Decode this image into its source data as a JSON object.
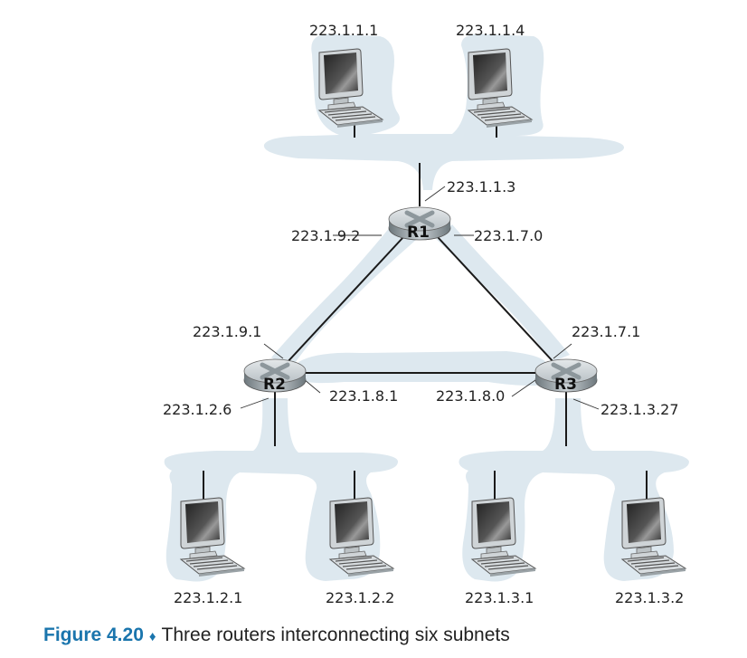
{
  "diagram": {
    "routers": [
      {
        "id": "R1",
        "label": "R1"
      },
      {
        "id": "R2",
        "label": "R2"
      },
      {
        "id": "R3",
        "label": "R3"
      }
    ],
    "hosts": [
      {
        "label": "223.1.1.1"
      },
      {
        "label": "223.1.1.4"
      },
      {
        "label": "223.1.2.1"
      },
      {
        "label": "223.1.2.2"
      },
      {
        "label": "223.1.3.1"
      },
      {
        "label": "223.1.3.2"
      }
    ],
    "interfaces": {
      "r1_top": "223.1.1.3",
      "r1_left": "223.1.9.2",
      "r1_right": "223.1.7.0",
      "r2_top": "223.1.9.1",
      "r2_right": "223.1.8.1",
      "r2_bottom": "223.1.2.6",
      "r3_top": "223.1.7.1",
      "r3_left": "223.1.8.0",
      "r3_bottom": "223.1.3.27"
    },
    "colors": {
      "subnet": "#dde8ef",
      "link": "#1a1a1a",
      "caption_accent": "#1a75ad"
    }
  },
  "caption": {
    "figure": "Figure 4.20",
    "separator": "♦",
    "text": "Three routers interconnecting six subnets"
  }
}
